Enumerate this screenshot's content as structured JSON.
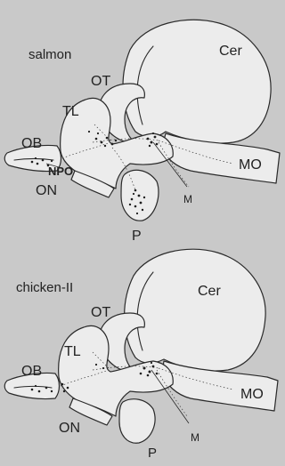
{
  "panels": [
    {
      "name": "salmon",
      "labels": {
        "cer": "Cer",
        "ot": "OT",
        "tl": "TL",
        "ob": "OB",
        "npo": "NPO",
        "on": "ON",
        "p": "P",
        "m": "M",
        "mo": "MO"
      }
    },
    {
      "name": "chicken-II",
      "labels": {
        "cer": "Cer",
        "ot": "OT",
        "tl": "TL",
        "ob": "OB",
        "on": "ON",
        "p": "P",
        "m": "M",
        "mo": "MO"
      }
    }
  ]
}
